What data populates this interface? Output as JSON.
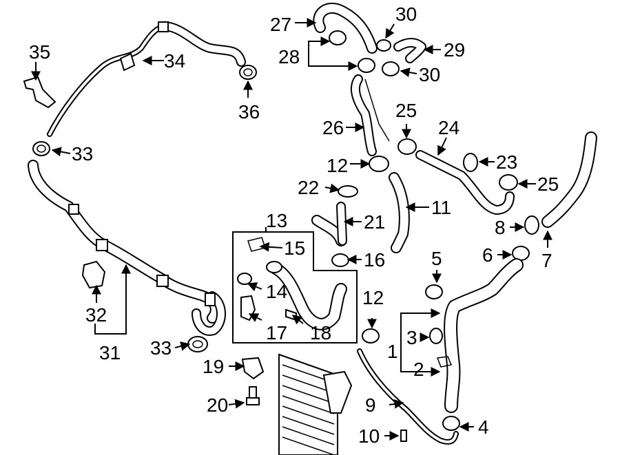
{
  "diagram": {
    "callouts": {
      "c1": "1",
      "c2": "2",
      "c3": "3",
      "c4": "4",
      "c5": "5",
      "c6": "6",
      "c7": "7",
      "c8": "8",
      "c9": "9",
      "c10": "10",
      "c11": "11",
      "c12a": "12",
      "c12b": "12",
      "c13": "13",
      "c14": "14",
      "c15": "15",
      "c16": "16",
      "c17": "17",
      "c18": "18",
      "c19": "19",
      "c20": "20",
      "c21": "21",
      "c22": "22",
      "c23": "23",
      "c24": "24",
      "c25a": "25",
      "c25b": "25",
      "c26": "26",
      "c27": "27",
      "c28": "28",
      "c29": "29",
      "c30a": "30",
      "c30b": "30",
      "c31": "31",
      "c32": "32",
      "c33a": "33",
      "c33b": "33",
      "c34": "34",
      "c35": "35",
      "c36": "36"
    }
  }
}
